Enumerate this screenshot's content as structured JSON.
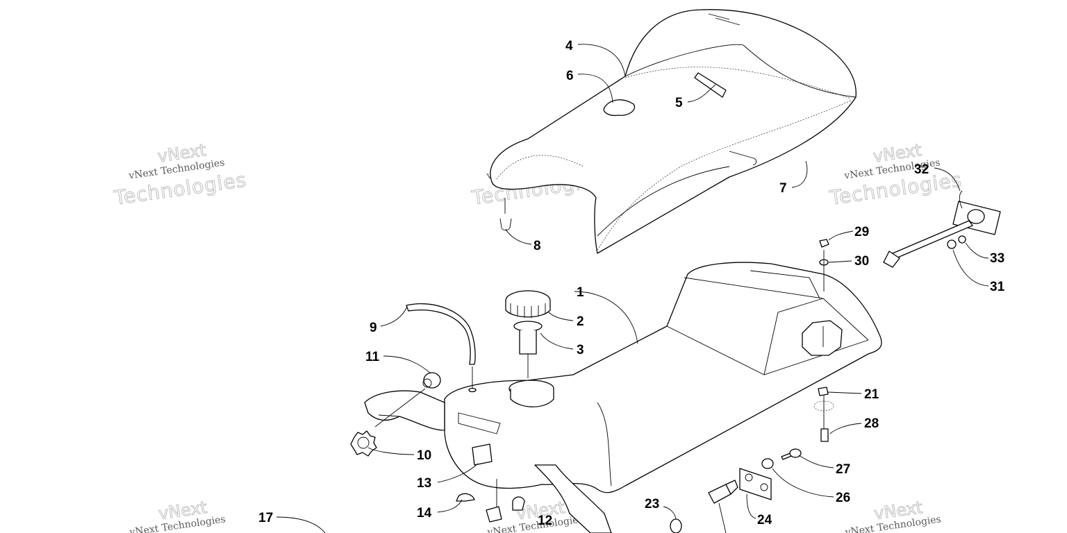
{
  "watermark": {
    "top_text": "vNext",
    "line_text": "vNext Technologies",
    "big_text": "Technologies"
  },
  "callouts": [
    {
      "id": "4",
      "label": "4"
    },
    {
      "id": "6",
      "label": "6"
    },
    {
      "id": "5",
      "label": "5"
    },
    {
      "id": "7",
      "label": "7"
    },
    {
      "id": "8",
      "label": "8"
    },
    {
      "id": "32",
      "label": "32"
    },
    {
      "id": "29",
      "label": "29"
    },
    {
      "id": "30",
      "label": "30"
    },
    {
      "id": "33",
      "label": "33"
    },
    {
      "id": "31",
      "label": "31"
    },
    {
      "id": "1",
      "label": "1"
    },
    {
      "id": "2",
      "label": "2"
    },
    {
      "id": "3",
      "label": "3"
    },
    {
      "id": "9",
      "label": "9"
    },
    {
      "id": "11",
      "label": "11"
    },
    {
      "id": "21",
      "label": "21"
    },
    {
      "id": "28",
      "label": "28"
    },
    {
      "id": "10",
      "label": "10"
    },
    {
      "id": "27",
      "label": "27"
    },
    {
      "id": "13",
      "label": "13"
    },
    {
      "id": "26",
      "label": "26"
    },
    {
      "id": "14",
      "label": "14"
    },
    {
      "id": "12",
      "label": "12"
    },
    {
      "id": "23",
      "label": "23"
    },
    {
      "id": "24",
      "label": "24"
    },
    {
      "id": "17",
      "label": "17"
    }
  ]
}
